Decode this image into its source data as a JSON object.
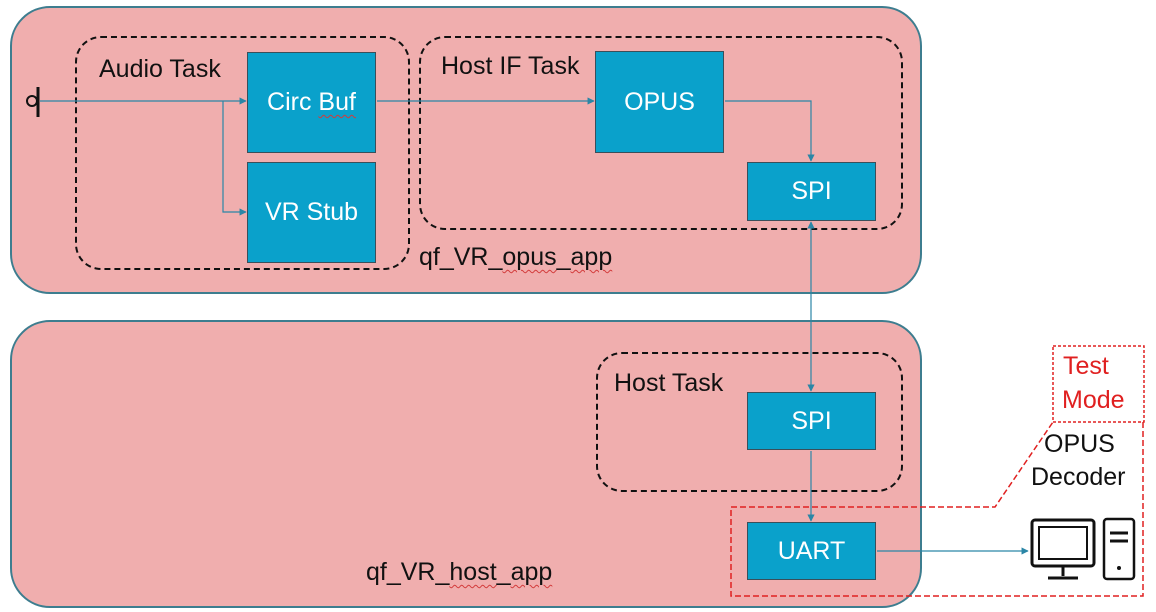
{
  "apps": {
    "opus_app": {
      "name_prefix": "qf_VR_",
      "name_sq1": "opus",
      "name_mid": "_",
      "name_sq2": "app"
    },
    "host_app": {
      "name_prefix": "qf_VR_",
      "name_sq1": "host",
      "name_mid": "_",
      "name_sq2": "app"
    }
  },
  "tasks": {
    "audio": "Audio Task",
    "host_if": "Host IF Task",
    "host": "Host Task"
  },
  "blocks": {
    "circ_buf": {
      "word1": "Circ ",
      "word2": "Buf"
    },
    "vr_stub": "VR Stub",
    "opus": "OPUS",
    "spi_top": "SPI",
    "spi_bottom": "SPI",
    "uart": "UART"
  },
  "test_mode": {
    "line1": "Test",
    "line2": "Mode"
  },
  "decoder": {
    "line1": "OPUS",
    "line2": "Decoder"
  },
  "colors": {
    "app_fill": "#f0aeae",
    "app_border": "#3d7d8f",
    "block_fill": "#0aa1cb",
    "arrow": "#2b86a6",
    "test_mode_red": "#e02020"
  },
  "icons": {
    "microphone": "microphone-icon",
    "computer": "desktop-computer-icon"
  }
}
